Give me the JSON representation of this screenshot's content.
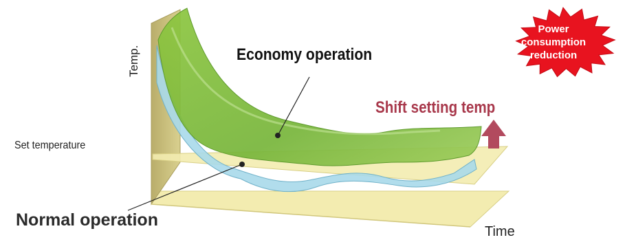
{
  "labels": {
    "economy_operation": "Economy operation",
    "normal_operation": "Normal operation",
    "shift_setting_temp": "Shift setting temp",
    "set_temperature": "Set temperature",
    "temp_axis": "Temp.",
    "time_axis": "Time"
  },
  "badge": {
    "lines": [
      "Power",
      "consumption",
      "reduction"
    ]
  },
  "colors": {
    "economy_curve": "#7fba3f",
    "normal_curve": "#9fd3e6",
    "plane": "#f3ecb0",
    "wall": "#c9bd7c",
    "shift_text": "#a8384b",
    "shift_arrow": "#b24a5e",
    "badge": "#e8131f"
  }
}
